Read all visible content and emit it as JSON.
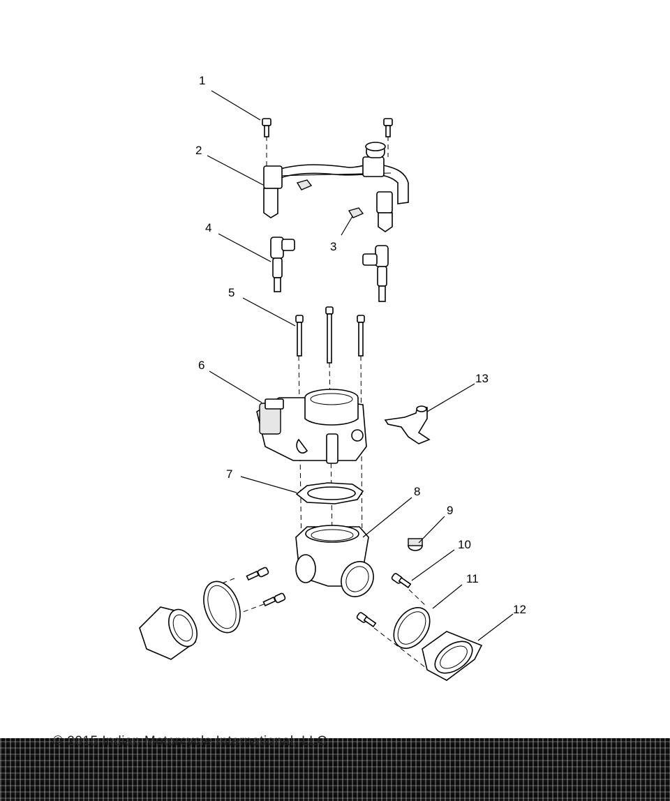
{
  "callouts": [
    "1",
    "2",
    "3",
    "4",
    "5",
    "6",
    "7",
    "8",
    "9",
    "10",
    "11",
    "12",
    "13"
  ],
  "copyright": "© 2015 Indian Motorcycle International, LLC"
}
